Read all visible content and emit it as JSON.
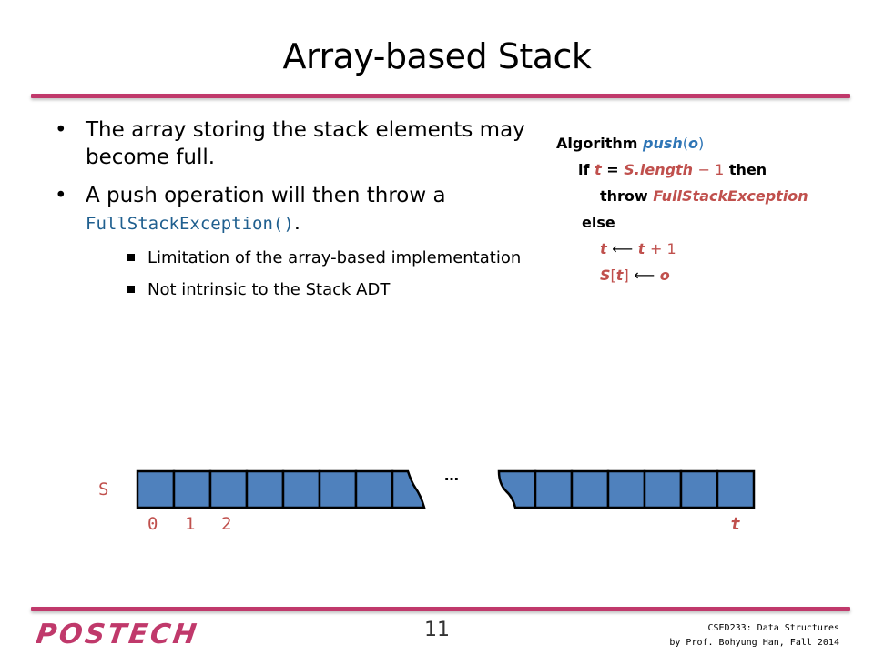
{
  "title": "Array-based Stack",
  "bullets": [
    {
      "text": "The array storing the stack elements may become full."
    },
    {
      "text": "A push operation will then throw a",
      "code": "FullStackException()",
      "trail": "."
    }
  ],
  "subbullets": [
    "Limitation of the array-based implementation",
    "Not intrinsic to the Stack ADT"
  ],
  "algorithm": {
    "l1_kw": "Algorithm",
    "l1_fn": "push",
    "l1_arg": "o",
    "l2_if": "if",
    "l2_var": "t",
    "l2_eq": "=",
    "l2_expr": "S.length",
    "l2_minus": "− 1",
    "l2_then": "then",
    "l3_throw": "throw",
    "l3_exc": "FullStackException",
    "l4_else": "else",
    "l5_lhs": "t",
    "l5_rhs": "t",
    "l5_plus": "+ 1",
    "l6_lhs_a": "S",
    "l6_lhs_b": "t",
    "l6_rhs": "o"
  },
  "diagram": {
    "array_label": "S",
    "index_labels": [
      "0",
      "1",
      "2"
    ],
    "top_label": "t",
    "ellipsis": "…",
    "cell_color": "#4f81bd",
    "label_color": "#c0504d"
  },
  "footer": {
    "logo": "POSTECH",
    "page_number": "11",
    "course": "CSED233: Data Structures",
    "author": "by Prof. Bohyung Han, Fall 2014"
  },
  "colors": {
    "accent": "#c0396b",
    "code_blue": "#1f5f8f",
    "var_red": "#c0504d",
    "arg_blue": "#2e75b6"
  }
}
